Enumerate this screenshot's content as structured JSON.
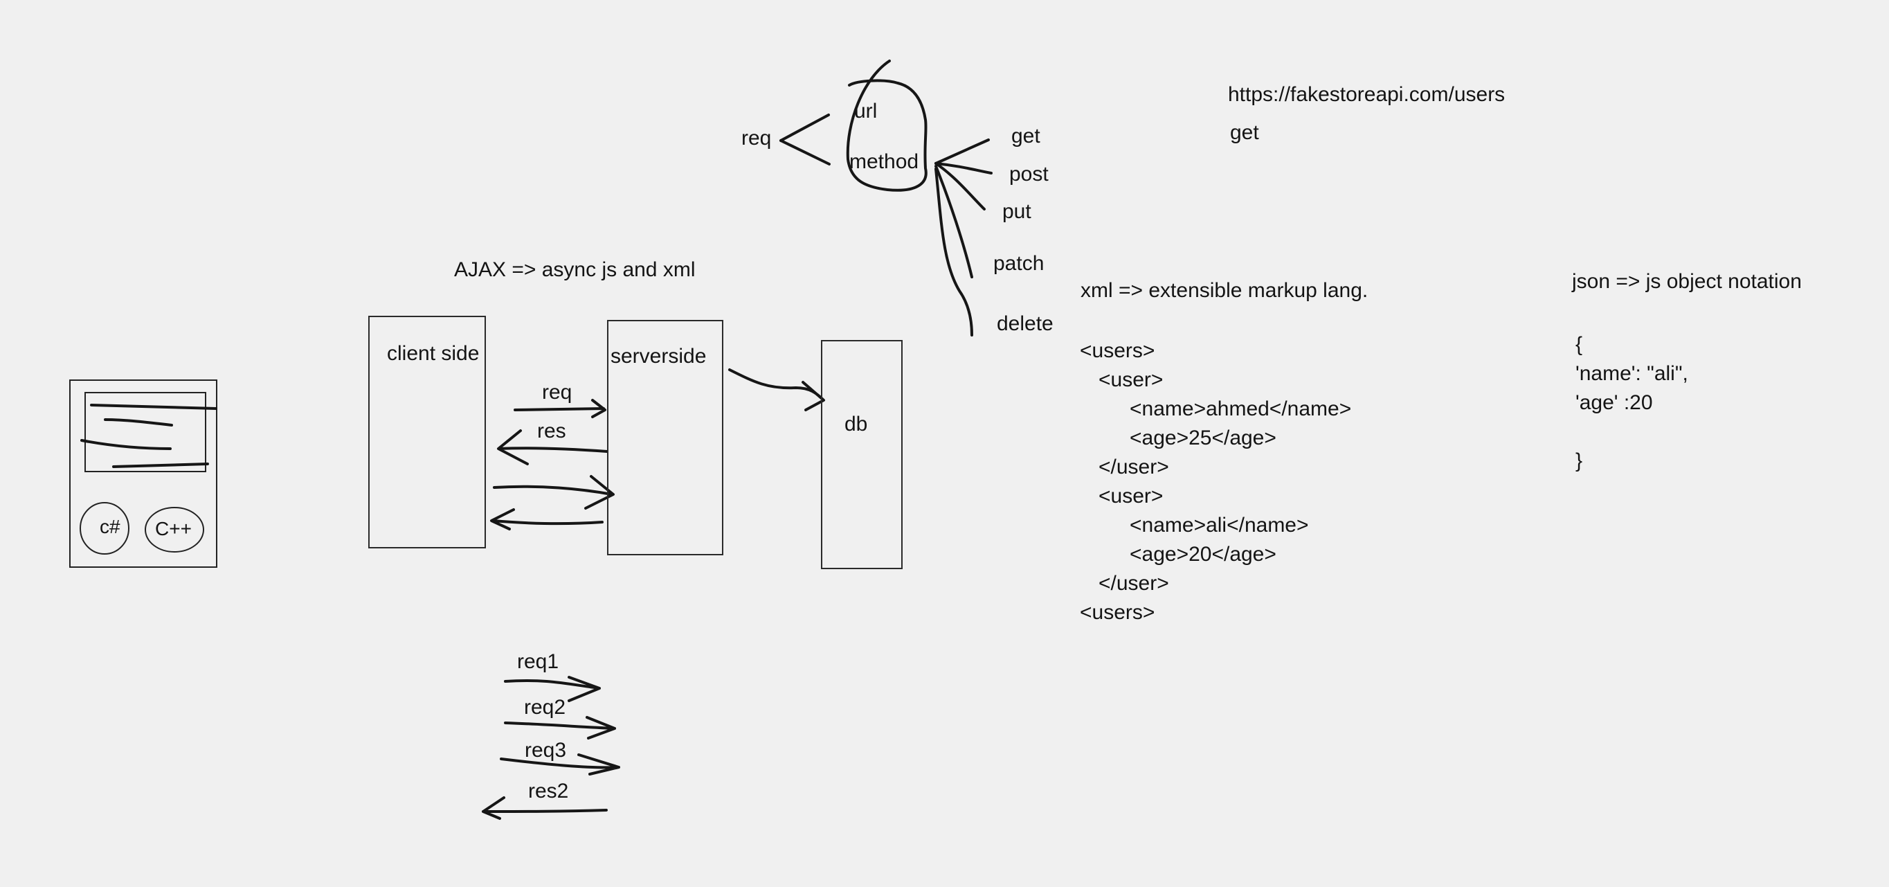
{
  "http_request": {
    "req": "req",
    "url": "url",
    "method": "method",
    "methods": [
      "get",
      "post",
      "put",
      "patch",
      "delete"
    ]
  },
  "endpoint": {
    "url": "https://fakestoreapi.com/users",
    "method": "get"
  },
  "ajax": {
    "title": "AJAX => async js and xml",
    "client": "client side",
    "server": "serverside",
    "db": "db",
    "req": "req",
    "res": "res"
  },
  "async_requests": [
    "req1",
    "req2",
    "req3",
    "res2"
  ],
  "device": {
    "button_1": "c#",
    "button_2": "C++"
  },
  "xml": {
    "definition": "xml => extensible markup lang.",
    "lines": [
      "<users>",
      "<user>",
      "<name>ahmed</name>",
      "<age>25</age>",
      "</user>",
      "<user>",
      "<name>ali</name>",
      "<age>20</age>",
      "</user>",
      "<users>"
    ]
  },
  "json": {
    "definition": "json => js object notation",
    "lines": [
      "{",
      "'name': \"ali\",",
      "'age' :20",
      "}"
    ]
  }
}
